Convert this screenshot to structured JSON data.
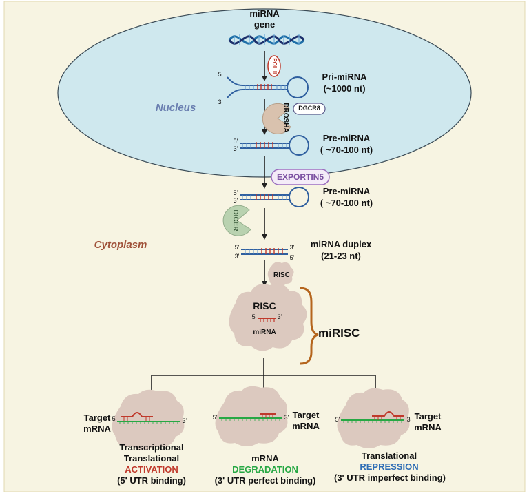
{
  "regions": {
    "nucleus": "Nucleus",
    "cytoplasm": "Cytoplasm"
  },
  "gene": {
    "line1": "miRNA",
    "line2": "gene"
  },
  "enzymes": {
    "pol2": "POL II",
    "drosha": "DROSHA",
    "dgcr8": "DGCR8",
    "exportin": "EXPORTIN5",
    "dicer": "DICER",
    "risc_small": "RISC",
    "risc_large": "RISC",
    "mirna": "miRNA"
  },
  "stages": {
    "pri_name": "Pri-miRNA",
    "pri_size": "(~1000 nt)",
    "pre_name": "Pre-miRNA",
    "pre_size": "( ~70-100 nt)",
    "pre2_name": "Pre-miRNA",
    "pre2_size": "( ~70-100 nt)",
    "duplex_name": "miRNA duplex",
    "duplex_size": "(21-23 nt)"
  },
  "ends": {
    "five": "5'",
    "three": "3'"
  },
  "mirisc": "miRISC",
  "outcomes": [
    {
      "target1": "Target",
      "target2": "mRNA",
      "l1": "Transcriptional",
      "l2": "Translational",
      "keyword": "ACTIVATION",
      "l4": "(5' UTR binding)"
    },
    {
      "target1": "Target",
      "target2": "mRNA",
      "l1": "mRNA",
      "keyword": "DEGRADATION",
      "l3": "(3' UTR perfect binding)"
    },
    {
      "target1": "Target",
      "target2": "mRNA",
      "l1": "Translational",
      "keyword": "REPRESSION",
      "l3": "(3' UTR imperfect binding)"
    }
  ],
  "colors": {
    "background": "#f7f4e2",
    "nucleus_fill": "#cfe8ee",
    "activation": "#c0392b",
    "degradation": "#27a844",
    "repression": "#2e6db5",
    "mirisc_brace": "#b5651d",
    "region_label": "#a0523a",
    "nucleus_label": "#6a7fb0"
  }
}
